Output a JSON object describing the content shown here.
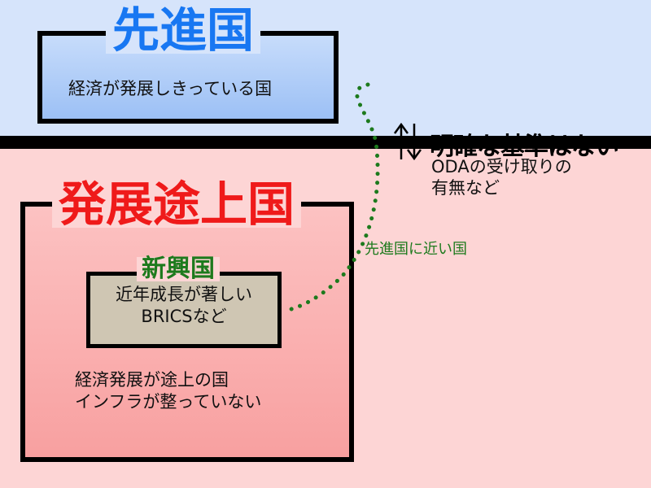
{
  "developed": {
    "title": "先進国",
    "description": "経済が発展しきっている国"
  },
  "developing": {
    "title": "発展途上国",
    "description_lines": [
      "経済発展が途上の国",
      "インフラが整っていない"
    ]
  },
  "emerging": {
    "title": "新興国",
    "description_lines": [
      "近年成長が著しい",
      "BRICSなど"
    ]
  },
  "criterion": {
    "heading": "明確な基準はない",
    "sub_lines": [
      "ODAの受け取りの",
      "有無など"
    ]
  },
  "annotation": {
    "near_developed": "先進国に近い国"
  },
  "colors": {
    "developed_title": "#1877f2",
    "developing_title": "#ef1a1a",
    "emerging_title": "#1d7a1d",
    "top_band": "#d6e4fb",
    "bottom_band": "#fdd5d5"
  },
  "icons": {
    "up_down_arrows": "up-down-arrows-icon",
    "dotted_connector": "dotted-curve"
  }
}
